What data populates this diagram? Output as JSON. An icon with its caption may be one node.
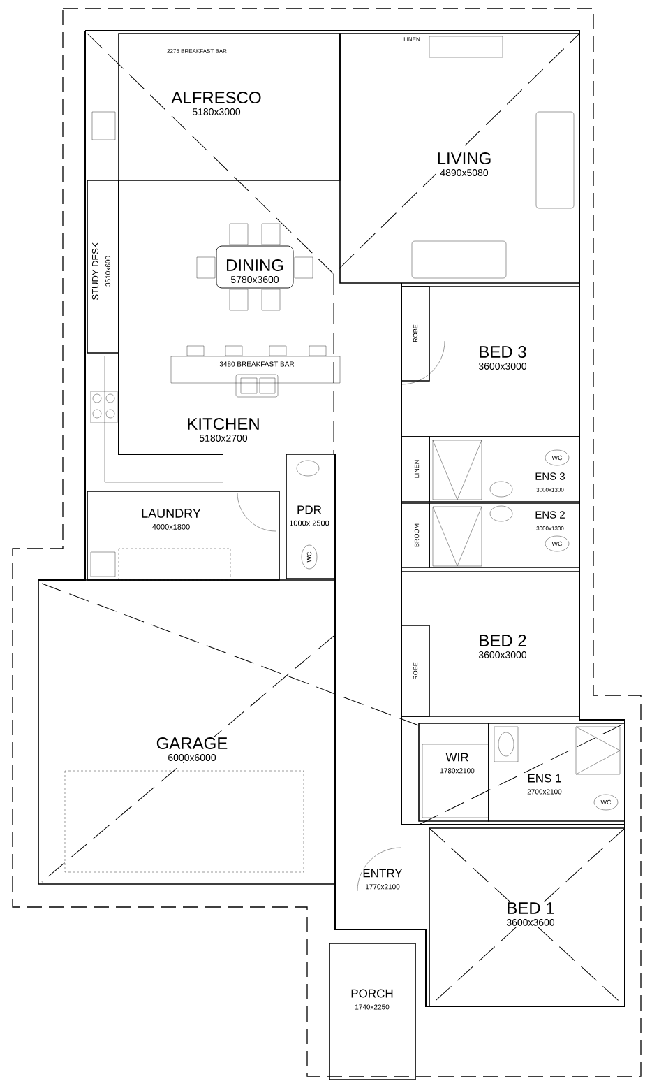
{
  "diagram": {
    "nodes": [
      {
        "text": [
          "ALFRESCO",
          "5180x3000"
        ]
      },
      {
        "text": [
          "LIVING",
          "4890x5080"
        ]
      },
      {
        "text": [
          "STUDY DESK",
          "3510x600"
        ]
      },
      {
        "text": [
          "DINING",
          "5780x3600"
        ]
      },
      {
        "text": [
          "ROBE"
        ],
        "in": 5
      },
      {
        "text": [
          "BED 3",
          "3600x3000"
        ]
      },
      {
        "text": [
          "KITCHEN",
          "5180x2700"
        ]
      },
      {
        "text": [
          "LINEN"
        ]
      },
      {
        "text": [
          "ENS 3",
          "3000x1300"
        ]
      },
      {
        "text": [
          "LAUNDRY",
          "4000x1800"
        ]
      },
      {
        "text": [
          "PDR",
          "1000x 2500"
        ]
      },
      {
        "text": [
          "BROOM"
        ]
      },
      {
        "text": [
          "ENS 2",
          "3000x1300"
        ]
      },
      {
        "text": [
          "BED 2",
          "3600x3000"
        ]
      },
      {
        "text": [
          "ROBE"
        ],
        "in": 13
      },
      {
        "text": [
          "GARAGE",
          "6000x6000"
        ]
      },
      {
        "text": [
          "WIR",
          "1780x2100"
        ]
      },
      {
        "text": [
          "ENS 1",
          "2700x2100"
        ]
      },
      {
        "text": [
          "ENTRY",
          "1770x2100"
        ]
      },
      {
        "text": [
          "BED 1",
          "3600x3600"
        ]
      },
      {
        "text": [
          "PORCH",
          "1740x2250"
        ]
      }
    ],
    "labels": [
      "LINEN",
      "2275 BREAKFAST BAR",
      "3480 BREAKFAST BAR",
      "WC",
      "WC",
      "WC",
      "WC"
    ]
  }
}
